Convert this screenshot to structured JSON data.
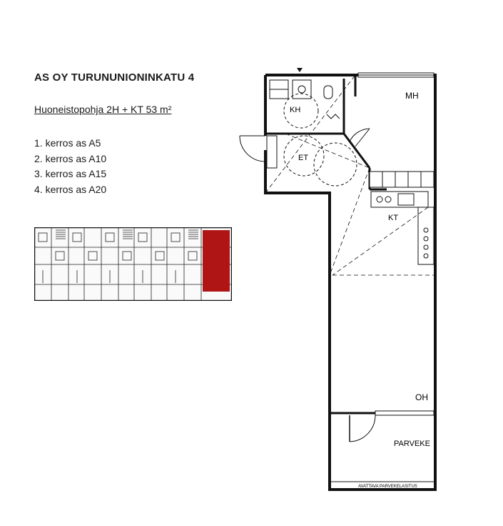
{
  "title": "AS OY TURUNUNIONINKATU 4",
  "subtitle": "Huoneistopohja 2H + KT 53 m²",
  "floors": [
    "1. kerros as A5",
    "2. kerros as A10",
    "3. kerros as A15",
    "4. kerros as A20"
  ],
  "rooms": {
    "mh": "MH",
    "kh": "KH",
    "et": "ET",
    "kt": "KT",
    "oh": "OH",
    "parveke": "PARVEKE",
    "balcony_note": "AVATTAVA PARVEKELASITUS"
  },
  "colors": {
    "highlight": "#b01515",
    "wall": "#111111"
  }
}
